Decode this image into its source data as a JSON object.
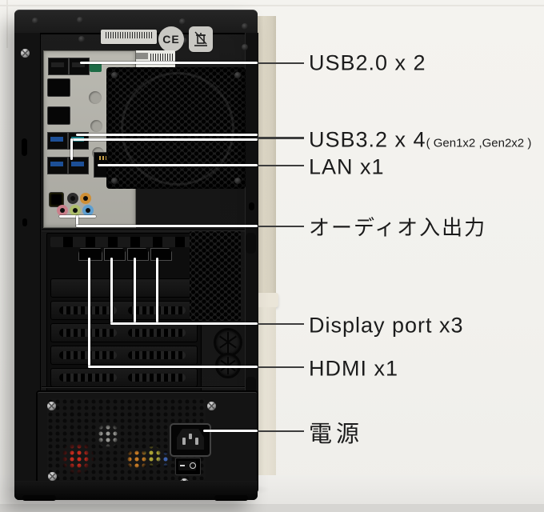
{
  "labels": {
    "usb2": {
      "text": "USB2.0 x 2"
    },
    "usb3": {
      "text": "USB3.2 x 4",
      "suffix": "( Gen1x2 ,Gen2x2 )"
    },
    "lan": {
      "text": "LAN x1"
    },
    "audio": {
      "text": "オーディオ入出力"
    },
    "displayport": {
      "text": "Display port x3"
    },
    "hdmi": {
      "text": "HDMI x1"
    },
    "power": {
      "text": "電源"
    }
  },
  "case_markings": {
    "ce_mark": "CE"
  },
  "colors": {
    "label_text": "#1b1b1b",
    "callout_dark": "#3d3d3d",
    "callout_light": "#ffffff",
    "case_black": "#171717",
    "io_shield_gray": "#b3b2aa",
    "usb3_blue": "#1c4f97",
    "usb3_teal": "#1b8e96",
    "audio_orange": "#cf8f35",
    "audio_pink": "#c97f8a",
    "audio_lime": "#adbd6b",
    "audio_blue": "#5f9fd0",
    "wall_white": "#f3f2ee",
    "molding_beige": "#d8d2c1"
  }
}
